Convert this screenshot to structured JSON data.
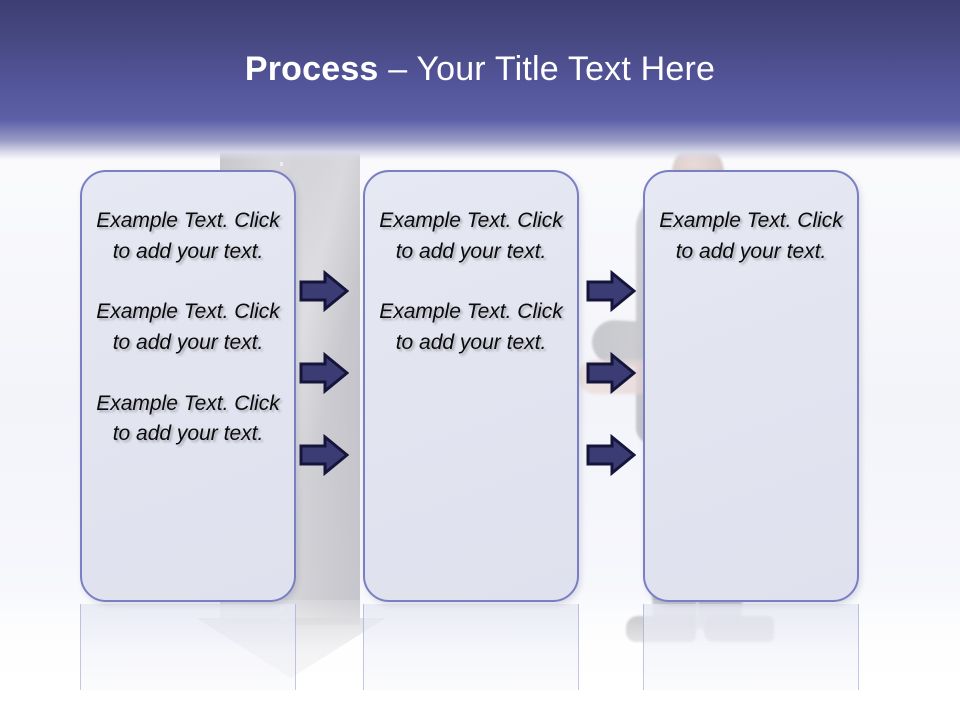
{
  "slide": {
    "title": {
      "strong": "Process",
      "rest": " – Your Title Text Here"
    },
    "background": {
      "header_top_color": "#3c3e74",
      "header_mid_color": "#5d60a6",
      "canvas_color": "#ffffff",
      "graphic_arrow_color": "#c4c4c9",
      "person_silhouette": "businessman-pointing"
    },
    "boxes": [
      {
        "name": "process-box-1",
        "fill_color": "#e3e5f0",
        "border_color": "#7a7ec2",
        "paragraphs": [
          "Example Text. Click  to add your text.",
          "Example Text. Click  to add your text.",
          "Example Text. Click  to add your text."
        ]
      },
      {
        "name": "process-box-2",
        "fill_color": "#e3e5f0",
        "border_color": "#7a7ec2",
        "paragraphs": [
          "Example Text. Click  to add your text.",
          "Example Text. Click  to add your text."
        ]
      },
      {
        "name": "process-box-3",
        "fill_color": "#e3e5f0",
        "border_color": "#7a7ec2",
        "paragraphs": [
          "Example Text. Click  to add your text."
        ]
      }
    ],
    "connectors": {
      "icon": "right-arrow-icon",
      "fill_color": "#3b3c74",
      "outline_color": "#14143a",
      "groups": [
        {
          "name": "connector-group-1-to-2",
          "count": 3
        },
        {
          "name": "connector-group-2-to-3",
          "count": 3
        }
      ]
    }
  }
}
